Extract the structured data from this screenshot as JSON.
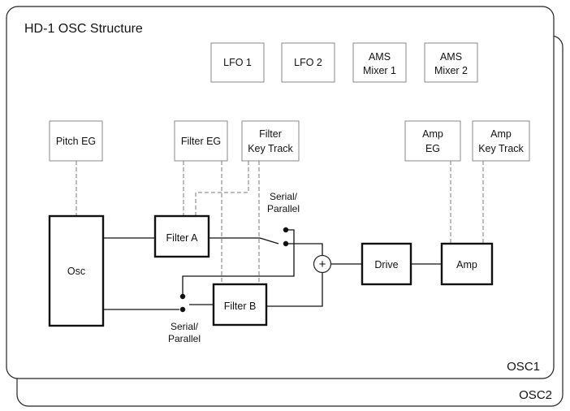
{
  "title": "HD-1 OSC Structure",
  "panels": {
    "front": "OSC1",
    "back": "OSC2"
  },
  "modules": {
    "lfo1": [
      "LFO 1"
    ],
    "lfo2": [
      "LFO 2"
    ],
    "ams_mixer1": [
      "AMS",
      "Mixer 1"
    ],
    "ams_mixer2": [
      "AMS",
      "Mixer 2"
    ],
    "pitch_eg": [
      "Pitch EG"
    ],
    "filter_eg": [
      "Filter EG"
    ],
    "filter_key_track": [
      "Filter",
      "Key Track"
    ],
    "amp_eg": [
      "Amp",
      "EG"
    ],
    "amp_key_track": [
      "Amp",
      "Key Track"
    ]
  },
  "blocks": {
    "osc": "Osc",
    "filter_a": "Filter A",
    "filter_b": "Filter B",
    "drive": "Drive",
    "amp": "Amp"
  },
  "switches": {
    "upper": [
      "Serial/",
      "Parallel"
    ],
    "lower": [
      "Serial/",
      "Parallel"
    ]
  },
  "mixer_symbol": "+"
}
